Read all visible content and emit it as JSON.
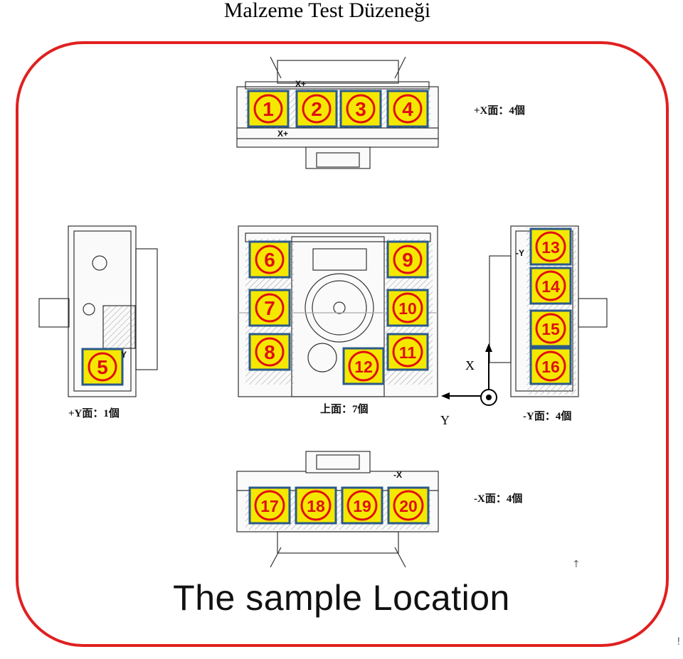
{
  "title": "Malzeme Test Düzeneği",
  "caption": "The sample Location",
  "colors": {
    "frame": "#e02020",
    "sample_fill": "#f5e800",
    "sample_border": "#2a5a8a",
    "number_text": "#e01010",
    "line": "#333333"
  },
  "samples": {
    "s1": "1",
    "s2": "2",
    "s3": "3",
    "s4": "4",
    "s5": "5",
    "s6": "6",
    "s7": "7",
    "s8": "8",
    "s9": "9",
    "s10": "10",
    "s11": "11",
    "s12": "12",
    "s13": "13",
    "s14": "14",
    "s15": "15",
    "s16": "16",
    "s17": "17",
    "s18": "18",
    "s19": "19",
    "s20": "20"
  },
  "face_labels": {
    "plus_x": "+X面：4個",
    "plus_y": "+Y面：1個",
    "top": "上面：7個",
    "minus_y": "-Y面：4個",
    "minus_x": "-X面：4個"
  },
  "axis": {
    "x": "X",
    "y": "Y"
  },
  "marks": {
    "xplus_top": "X+",
    "xplus_bottom": "X+",
    "xminus": "-X",
    "y_left": "Y",
    "y_right": "-Y"
  },
  "stray_marks": {
    "a": "↑",
    "b": "!"
  }
}
